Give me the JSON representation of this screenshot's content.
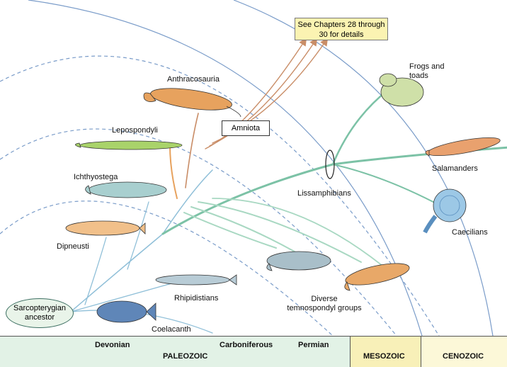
{
  "title_box": {
    "text_line1": "See Chapters 28 through",
    "text_line2": "30 for details"
  },
  "amniota": "Amniota",
  "ancestor": {
    "line1": "Sarcopterygian",
    "line2": "ancestor"
  },
  "taxa": {
    "anthracosauria": "Anthracosauria",
    "lepospondyli": "Lepospondyli",
    "ichthyostega": "Ichthyostega",
    "dipneusti": "Dipneusti",
    "rhipidistians": "Rhipidistians",
    "coelacanth": "Coelacanth",
    "frogs_line1": "Frogs and",
    "frogs_line2": "toads",
    "salamanders": "Salamanders",
    "lissamphibians": "Lissamphibians",
    "caecilians": "Caecilians",
    "temno_line1": "Diverse",
    "temno_line2": "temnospondyl groups"
  },
  "timescale": {
    "periods": [
      "Devonian",
      "Carboniferous",
      "Permian"
    ],
    "eras": [
      "PALEOZOIC",
      "MESOZOIC",
      "CENOZOIC"
    ]
  },
  "colors": {
    "lineage_blue": "#7fb6d6",
    "lineage_green": "#7cc2a6",
    "lineage_orange": "#e7a25e",
    "lineage_brown": "#c98d67",
    "time_arc": "#7a9cc9"
  }
}
